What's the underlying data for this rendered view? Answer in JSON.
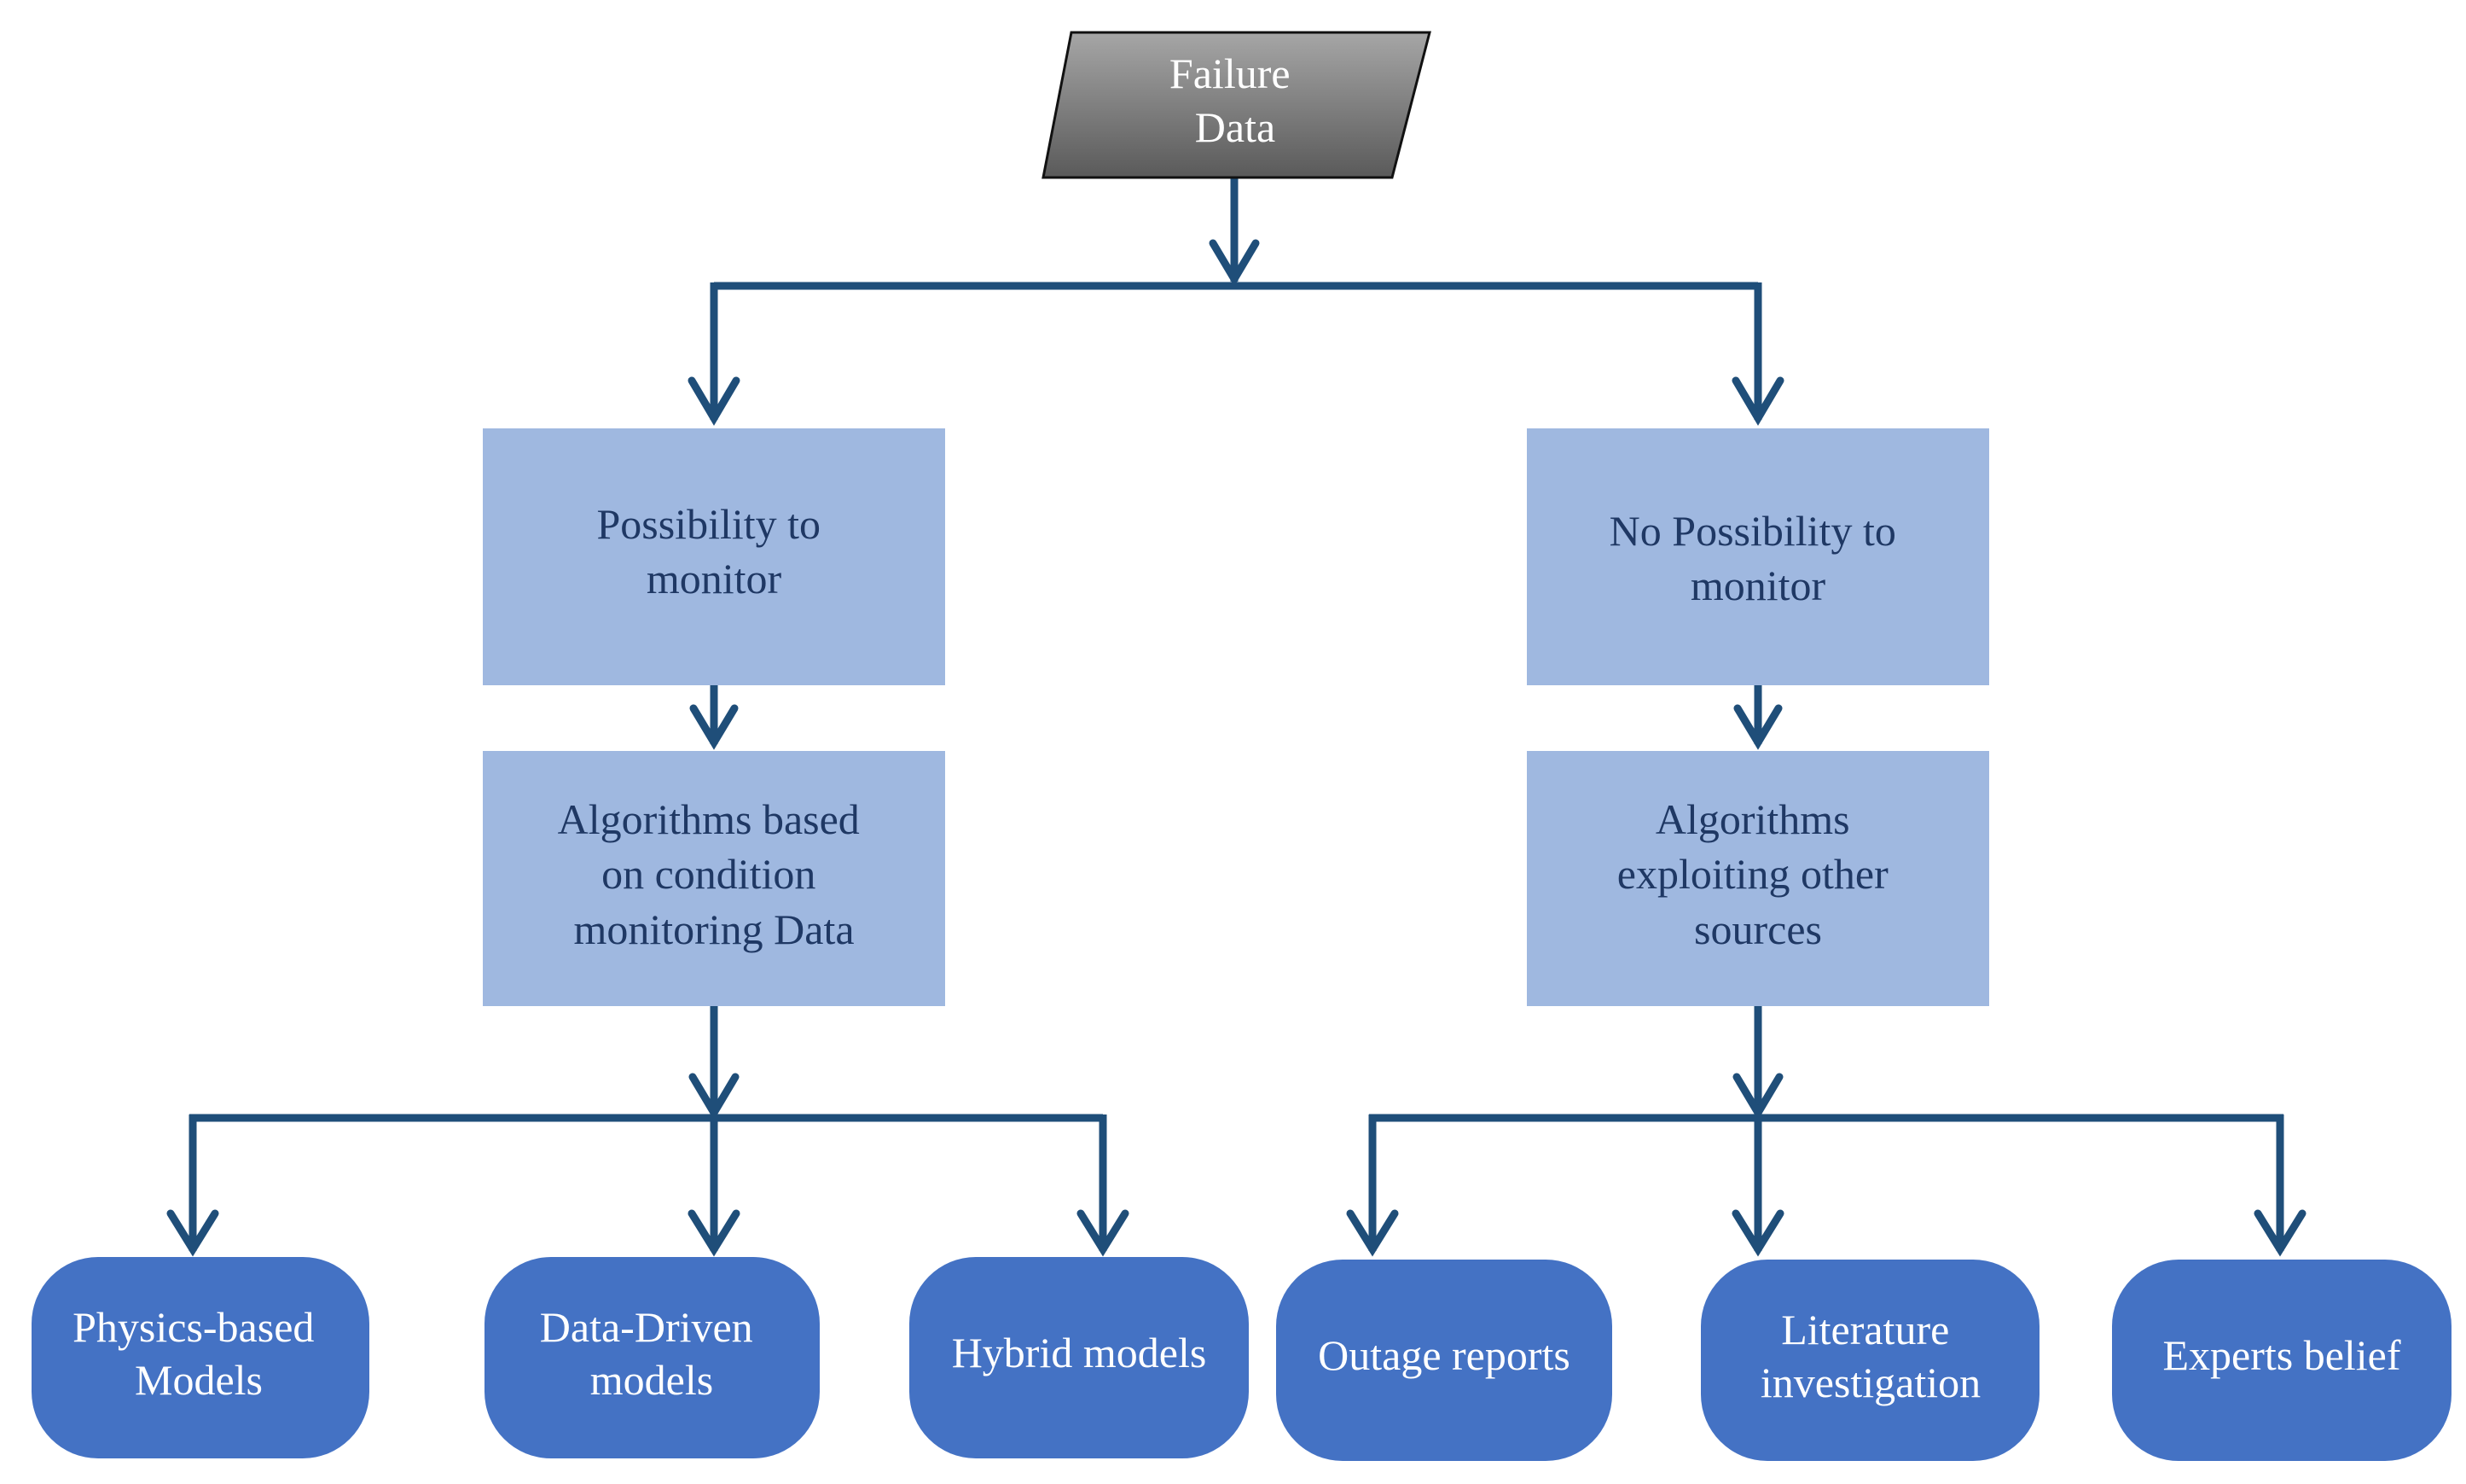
{
  "colors": {
    "connector": "#1f4e79",
    "box_fill": "#9fb8e0",
    "box_text": "#1f3864",
    "leaf_fill": "#4472c4",
    "leaf_text": "#ffffff",
    "start_fill_top": "#a6a6a6",
    "start_fill_bottom": "#5a5a5a"
  },
  "nodes": {
    "failure_data": {
      "lines": [
        "Failure",
        "Data"
      ]
    },
    "possibility": {
      "lines": [
        "Possibility to",
        "monitor"
      ]
    },
    "no_possibility": {
      "lines": [
        "No Possibility to",
        "monitor"
      ]
    },
    "algo_condition": {
      "lines": [
        "Algorithms based",
        "on condition",
        "monitoring Data"
      ]
    },
    "algo_other": {
      "lines": [
        "Algorithms",
        "exploiting other",
        "sources"
      ]
    },
    "physics": {
      "lines": [
        "Physics-based",
        "Models"
      ]
    },
    "data_driven": {
      "lines": [
        "Data-Driven",
        "models"
      ]
    },
    "hybrid": {
      "lines": [
        "Hybrid models"
      ]
    },
    "outage": {
      "lines": [
        "Outage reports"
      ]
    },
    "literature": {
      "lines": [
        "Literature",
        "investigation"
      ]
    },
    "experts": {
      "lines": [
        "Experts belief"
      ]
    }
  },
  "edges": [
    {
      "from": "failure_data",
      "to": "possibility"
    },
    {
      "from": "failure_data",
      "to": "no_possibility"
    },
    {
      "from": "possibility",
      "to": "algo_condition"
    },
    {
      "from": "no_possibility",
      "to": "algo_other"
    },
    {
      "from": "algo_condition",
      "to": "physics"
    },
    {
      "from": "algo_condition",
      "to": "data_driven"
    },
    {
      "from": "algo_condition",
      "to": "hybrid"
    },
    {
      "from": "algo_other",
      "to": "outage"
    },
    {
      "from": "algo_other",
      "to": "literature"
    },
    {
      "from": "algo_other",
      "to": "experts"
    }
  ]
}
